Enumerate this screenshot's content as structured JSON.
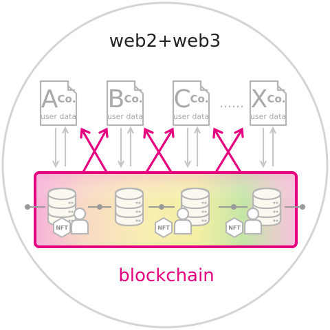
{
  "title": "web2+web3",
  "companies": [
    {
      "letter": "A",
      "suffix": "Co.",
      "label": "user data"
    },
    {
      "letter": "B",
      "suffix": "Co.",
      "label": "user data"
    },
    {
      "letter": "C",
      "suffix": "Co.",
      "label": "user data"
    },
    {
      "letter": "X",
      "suffix": "Co.",
      "label": "user data"
    }
  ],
  "ellipsis": "……",
  "nft_label": "NFT",
  "chain_label": "blockchain",
  "colors": {
    "accent": "#e5007f",
    "gray": "#b5b5b5",
    "text_gray": "#a9a9a9"
  },
  "icons": {
    "node": "database-icon",
    "user": "person-icon",
    "token": "nft-hexagon-icon",
    "company": "document-icon"
  }
}
